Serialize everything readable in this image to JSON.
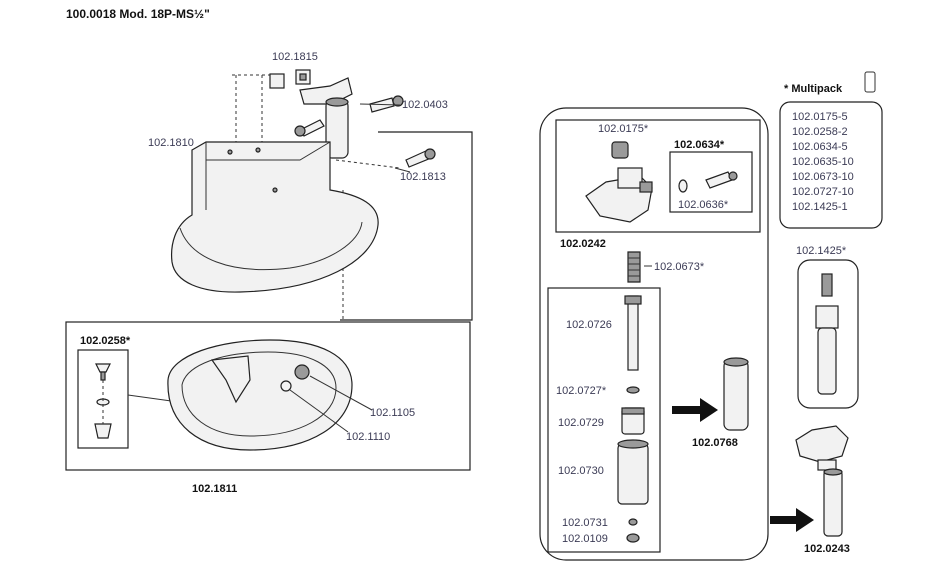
{
  "title": "100.0018 Mod. 18P-MS½\"",
  "labels": {
    "p1815": "102.1815",
    "p0403": "102.0403",
    "p1810": "102.1810",
    "p1813": "102.1813",
    "p0258": "102.0258*",
    "p1105": "102.1105",
    "p1110": "102.1110",
    "p1811": "102.1811",
    "p0175": "102.0175*",
    "p0634": "102.0634*",
    "p0636": "102.0636*",
    "p0242": "102.0242",
    "p0673": "102.0673*",
    "p0726": "102.0726",
    "p0727": "102.0727*",
    "p0729": "102.0729",
    "p0768": "102.0768",
    "p0730": "102.0730",
    "p0731": "102.0731",
    "p0109": "102.0109",
    "p1425": "102.1425*",
    "p0243": "102.0243"
  },
  "multipack": {
    "title": "* Multipack",
    "items": [
      "102.0175-5",
      "102.0258-2",
      "102.0634-5",
      "102.0635-10",
      "102.0673-10",
      "102.0727-10",
      "102.1425-1"
    ]
  }
}
